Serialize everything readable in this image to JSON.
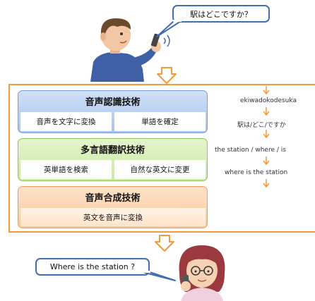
{
  "top_bubble": {
    "text": "駅はどこですか？"
  },
  "bottom_bubble": {
    "text": "Where is the station ?"
  },
  "speech_recognition": {
    "title": "音声認識技術",
    "steps": [
      "音声を文字に変換",
      "単語を確定"
    ]
  },
  "translation": {
    "title": "多言語翻訳技術",
    "steps": [
      "英単語を検索",
      "自然な英文に変更"
    ]
  },
  "speech_synthesis": {
    "title": "音声合成技術",
    "step": "英文を音声に変換"
  },
  "pipeline": [
    "ekiwadokodesuka",
    "駅は/どこ/ですか",
    "the station / where / is",
    "where is the station"
  ],
  "colors": {
    "frame": "#f29a3a",
    "arrow": "#f29a3a",
    "bubble_border": "#3f6eb4"
  }
}
